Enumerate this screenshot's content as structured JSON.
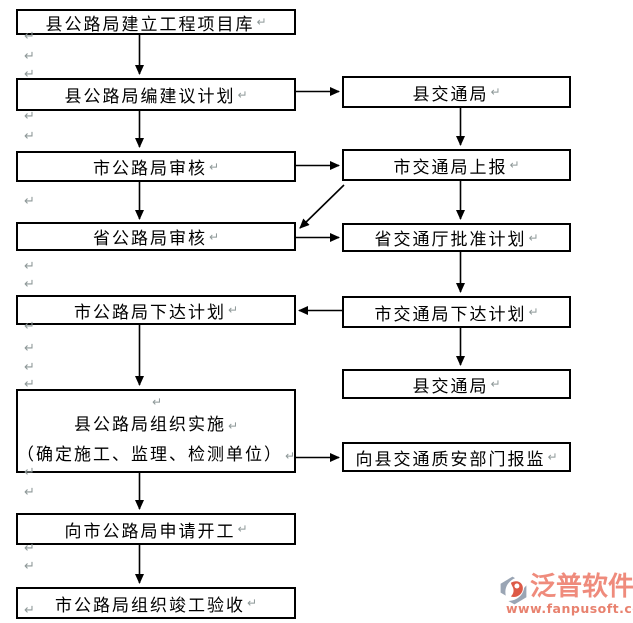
{
  "page": {
    "background": "#ffffff"
  },
  "diagram": {
    "left_column": [
      {
        "label": "县公路局建立工程项目库"
      },
      {
        "label": "县公路局编建议计划"
      },
      {
        "label": "市公路局审核"
      },
      {
        "label": "省公路局审核"
      },
      {
        "label": "市公路局下达计划"
      },
      {
        "label": "县公路局组织实施",
        "label2": "（确定施工、监理、检测单位）"
      },
      {
        "label": "向市公路局申请开工"
      },
      {
        "label": "市公路局组织竣工验收"
      }
    ],
    "right_column": [
      {
        "label": "县交通局"
      },
      {
        "label": "市交通局上报"
      },
      {
        "label": "省交通厅批准计划"
      },
      {
        "label": "市交通局下达计划"
      },
      {
        "label": "县交通局"
      },
      {
        "label": "向县交通质安部门报监"
      }
    ],
    "line_color": "#000000",
    "box_border_color": "#000000"
  },
  "formatting_mark": {
    "glyph": "↵",
    "color": "#8e9898"
  },
  "logo": {
    "name": "泛普软件",
    "url": "www.fanpusoft.com",
    "title_color": "#ef8b7c",
    "url_color": "#e8826f",
    "icon_gray": "#9aa5b4",
    "icon_accent": "#dd5a47"
  }
}
